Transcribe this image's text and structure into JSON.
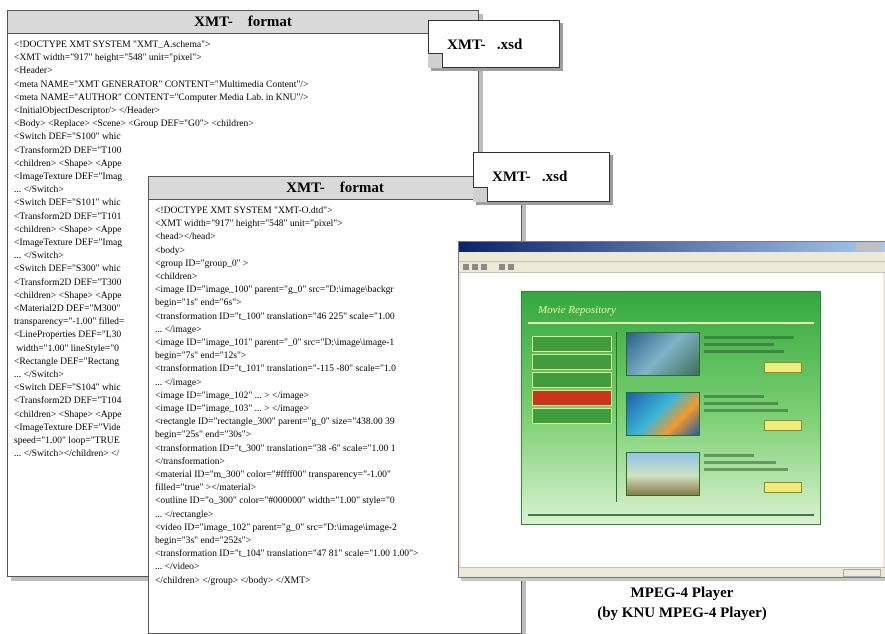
{
  "panel_a": {
    "header": "XMT-    format",
    "lines": [
      "<!DOCTYPE XMT SYSTEM \"XMT_A.schema\">",
      "<XMT width=\"917\" height=\"548\" unit=\"pixel\">",
      "<Header>",
      "<meta NAME=\"XMT GENERATOR\" CONTENT=\"Multimedia Content\"/>",
      "<meta NAME=\"AUTHOR\" CONTENT=\"Computer Media Lab. in KNU\"/>",
      "<InitialObjectDescriptor/> </Header>",
      "<Body> <Replace> <Scene> <Group DEF=\"G0\"> <children>",
      "<Switch DEF=\"S100\" whic",
      "<Transform2D DEF=\"T100",
      "<children> <Shape> <Appe",
      "<ImageTexture DEF=\"Imag",
      "... </Switch>",
      "<Switch DEF=\"S101\" whic",
      "<Transform2D DEF=\"T101",
      "<children> <Shape> <Appe",
      "<ImageTexture DEF=\"Imag",
      "... </Switch>",
      "<Switch DEF=\"S300\" whic",
      "<Transform2D DEF=\"T300",
      "<children> <Shape> <Appe",
      "<Material2D DEF=\"M300\"",
      "transparency=\"-1.00\" filled=",
      "<LineProperties DEF=\"L30",
      " width=\"1.00\" lineStyle=\"0",
      "<Rectangle DEF=\"Rectang",
      "... </Switch>",
      "<Switch DEF=\"S104\" whic",
      "<Transform2D DEF=\"T104",
      "<children> <Shape> <Appe",
      "<ImageTexture DEF=\"Vide",
      "speed=\"1.00\" loop=\"TRUE",
      "... </Switch></children> </"
    ]
  },
  "panel_b": {
    "header": "XMT-    format",
    "lines": [
      "<!DOCTYPE XMT SYSTEM \"XMT-O.dtd\">",
      "<XMT width=\"917\" height=\"548\" unit=\"pixel\">",
      "<head></head>",
      "<body>",
      "<group ID=\"group_0\" >",
      "<children>",
      "<image ID=\"image_100\" parent=\"g_0\" src=\"D:\\image\\backgr",
      "begin=\"1s\" end=\"6s\">",
      "<transformation ID=\"t_100\" translation=\"46 225\" scale=\"1.00",
      "... </image>",
      "<image ID=\"image_101\" parent=\"_0\" src=\"D:\\image\\image-1",
      "begin=\"7s\" end=\"12s\">",
      "<transformation ID=\"t_101\" translation=\"-115 -80\" scale=\"1.0",
      "... </image>",
      "<image ID=\"image_102\" ... > </image>",
      "<image ID=\"image_103\" ... > </image>",
      "<rectangle ID=\"rectangle_300\" parent=\"g_0\" size=\"438.00 39",
      "begin=\"25s\" end=\"30s\">",
      "<transformation ID=\"t_300\" translation=\"38 -6\" scale=\"1.00 1",
      "</transformation>",
      "<material ID=\"m_300\" color=\"#ffff00\" transparency=\"-1.00\"",
      "filled=\"true\" ></material>",
      "<outline ID=\"o_300\" color=\"#000000\" width=\"1.00\" style=\"0",
      "... </rectangle>",
      "<video ID=\"image_102\" parent=\"g_0\" src=\"D:\\image\\image-2",
      "begin=\"3s\" end=\"252s\">",
      "<transformation ID=\"t_104\" translation=\"47 81\" scale=\"1.00 1.00\">",
      "... </video>",
      "</children> </group> </body> </XMT>"
    ]
  },
  "note_a": "XMT-   .xsd",
  "note_b": "XMT-   .xsd",
  "player": {
    "scene_title": "Movie Repository"
  },
  "caption": {
    "line1": "MPEG-4 Player",
    "line2": "(by KNU MPEG-4 Player)"
  },
  "colors": {
    "panel_header": "#d9d9d9",
    "scene_green": "#33a83e",
    "selected_menu": "#c8351c"
  }
}
